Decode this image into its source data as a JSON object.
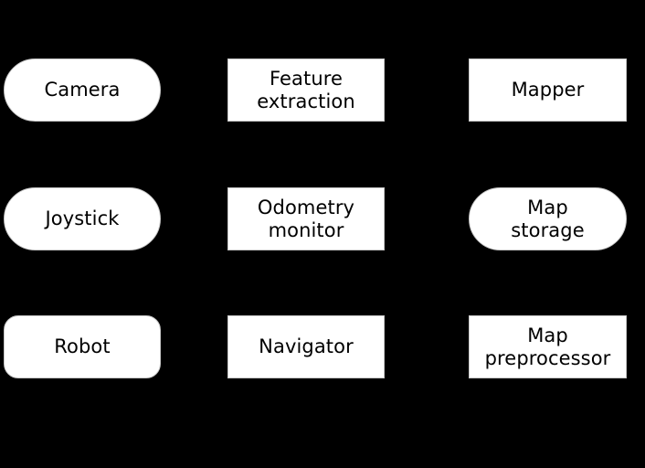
{
  "diagram": {
    "background_color": "#000000",
    "node_fill_color": "#ffffff",
    "node_text_color": "#000000",
    "nodes": [
      {
        "id": "camera",
        "label": "Camera",
        "shape": "pill",
        "column": 1,
        "row": 1
      },
      {
        "id": "feature-extraction",
        "label": "Feature\nextraction",
        "shape": "rect",
        "column": 2,
        "row": 1
      },
      {
        "id": "mapper",
        "label": "Mapper",
        "shape": "rect",
        "column": 3,
        "row": 1
      },
      {
        "id": "joystick",
        "label": "Joystick",
        "shape": "pill",
        "column": 1,
        "row": 2
      },
      {
        "id": "odometry-monitor",
        "label": "Odometry\nmonitor",
        "shape": "rect",
        "column": 2,
        "row": 2
      },
      {
        "id": "map-storage",
        "label": "Map\nstorage",
        "shape": "pill",
        "column": 3,
        "row": 2
      },
      {
        "id": "robot",
        "label": "Robot",
        "shape": "rounded",
        "column": 1,
        "row": 3
      },
      {
        "id": "navigator",
        "label": "Navigator",
        "shape": "rect",
        "column": 2,
        "row": 3
      },
      {
        "id": "map-preprocessor",
        "label": "Map\npreprocessor",
        "shape": "rect",
        "column": 3,
        "row": 3
      }
    ]
  }
}
